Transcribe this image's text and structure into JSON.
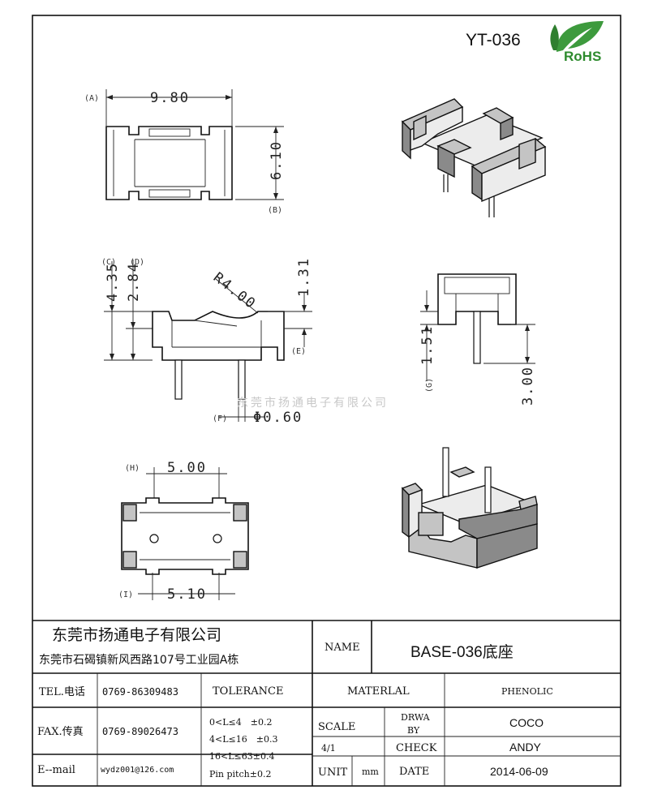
{
  "header": {
    "part_number": "YT-036",
    "rohs_label": "RoHS"
  },
  "dimensions": {
    "top_view": {
      "ref_a": "(A)",
      "width": "9.80",
      "ref_b": "(B)",
      "depth": "6.10"
    },
    "side_view": {
      "ref_c": "(C)",
      "height_c": "4.35",
      "ref_d": "(D)",
      "height_d": "2.84",
      "radius": "R4.00",
      "top_offset": "1.31",
      "ref_e": "(E)",
      "ref_f": "(F)",
      "pin_diameter": "Φ0.60"
    },
    "end_view": {
      "ref_g": "(G)",
      "dim_g": "1.51",
      "pin_length": "3.00"
    },
    "bottom_view": {
      "ref_h": "(H)",
      "pitch_h": "5.00",
      "ref_i": "(I)",
      "pitch_i": "5.10"
    }
  },
  "watermark": "东莞市扬通电子有限公司",
  "title_block": {
    "company": "东莞市扬通电子有限公司",
    "address": "东莞市石碣镇新风西路107号工业园A栋",
    "name_label": "NAME",
    "name_value": "BASE-036底座",
    "tel_label": "TEL.电话",
    "tel_value": "0769-86309483",
    "fax_label": "FAX.传真",
    "fax_value": "0769-89026473",
    "email_label": "E--mail",
    "email_value": "wydz001@126.com",
    "tolerance_label": "TOLERANCE",
    "tolerance_rows": [
      "0<L≤4　±0.2",
      "4<L≤16　±0.3",
      "16<L≤63±0.4",
      "Pin pitch±0.2"
    ],
    "material_label": "MATERLAL",
    "material_value": "PHENOLIC",
    "scale_label": "SCALE",
    "scale_value": "4/1",
    "unit_label": "UNIT",
    "unit_value": "mm",
    "drawn_label_1": "DRWA",
    "drawn_label_2": "BY",
    "drawn_value": "COCO",
    "check_label": "CHECK",
    "check_value": "ANDY",
    "date_label": "DATE",
    "date_value": "2014-06-09"
  }
}
